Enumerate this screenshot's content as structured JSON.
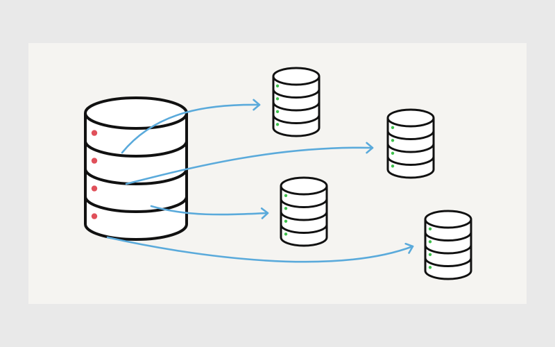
{
  "colors": {
    "page_background": "#e9e9e9",
    "panel_background": "#f5f4f1",
    "outline": "#111111",
    "cylinder_fill": "#ffffff",
    "arrow": "#5aaadb",
    "source_indicator": "#e0505a",
    "target_indicator": "#3ec04c"
  },
  "source": {
    "icon": "database-icon",
    "shard_count": 4,
    "indicator_color": "red"
  },
  "targets": [
    {
      "icon": "database-icon",
      "shard_count": 4,
      "indicator_color": "green",
      "receives_from_shard": 1
    },
    {
      "icon": "database-icon",
      "shard_count": 4,
      "indicator_color": "green",
      "receives_from_shard": 2
    },
    {
      "icon": "database-icon",
      "shard_count": 4,
      "indicator_color": "green",
      "receives_from_shard": 3
    },
    {
      "icon": "database-icon",
      "shard_count": 4,
      "indicator_color": "green",
      "receives_from_shard": 4
    }
  ],
  "arrows": [
    {
      "from": "source-shard-1",
      "to": "target-1",
      "icon": "arrow-icon"
    },
    {
      "from": "source-shard-2",
      "to": "target-2",
      "icon": "arrow-icon"
    },
    {
      "from": "source-shard-3",
      "to": "target-3",
      "icon": "arrow-icon"
    },
    {
      "from": "source-shard-4",
      "to": "target-4",
      "icon": "arrow-icon"
    }
  ]
}
